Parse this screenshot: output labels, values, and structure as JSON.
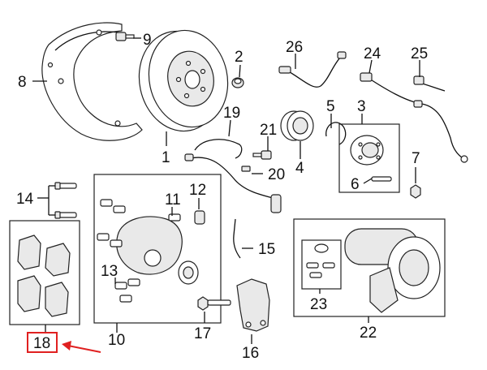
{
  "diagram": {
    "callouts": [
      {
        "id": "c1",
        "text": "1"
      },
      {
        "id": "c2",
        "text": "2"
      },
      {
        "id": "c3",
        "text": "3"
      },
      {
        "id": "c4",
        "text": "4"
      },
      {
        "id": "c5",
        "text": "5"
      },
      {
        "id": "c6",
        "text": "6"
      },
      {
        "id": "c7",
        "text": "7"
      },
      {
        "id": "c8",
        "text": "8"
      },
      {
        "id": "c9",
        "text": "9"
      },
      {
        "id": "c10",
        "text": "10"
      },
      {
        "id": "c11",
        "text": "11"
      },
      {
        "id": "c12",
        "text": "12"
      },
      {
        "id": "c13",
        "text": "13"
      },
      {
        "id": "c14",
        "text": "14"
      },
      {
        "id": "c15",
        "text": "15"
      },
      {
        "id": "c16",
        "text": "16"
      },
      {
        "id": "c17",
        "text": "17"
      },
      {
        "id": "c18",
        "text": "18"
      },
      {
        "id": "c19",
        "text": "19"
      },
      {
        "id": "c20",
        "text": "20"
      },
      {
        "id": "c21",
        "text": "21"
      },
      {
        "id": "c22",
        "text": "22"
      },
      {
        "id": "c23",
        "text": "23"
      },
      {
        "id": "c24",
        "text": "24"
      },
      {
        "id": "c25",
        "text": "25"
      },
      {
        "id": "c26",
        "text": "26"
      }
    ],
    "highlight": {
      "callout": "18",
      "box_color": "#e02020",
      "arrow_color": "#e02020"
    }
  }
}
